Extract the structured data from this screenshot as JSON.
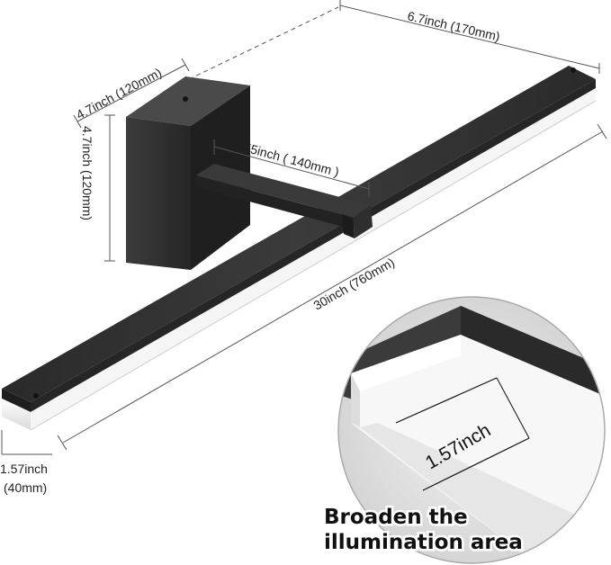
{
  "dimensions": {
    "arm_depth": "6.7inch (170mm)",
    "plate_width": "4.7inch (120mm)",
    "plate_height": "4.7inch (120mm)",
    "arm_length": "55inch ( 140mm )",
    "bar_length": "30inch (760mm)",
    "bar_height_inch": "1.57inch",
    "bar_height_mm": "(40mm)"
  },
  "zoom": {
    "measure": "1.57inch"
  },
  "callout": {
    "line1": "Broaden the",
    "line2": "illumination area"
  },
  "colors": {
    "fixture": "#2b2b2b",
    "fixture_top": "#3a3a3a",
    "diffuser": "#f4f4f4",
    "diffuser_glow": "#ffffff"
  }
}
